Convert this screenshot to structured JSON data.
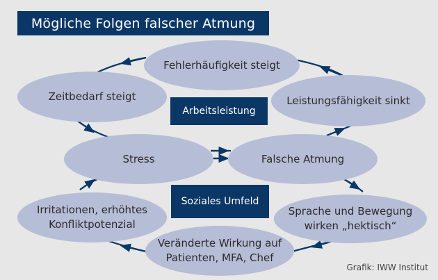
{
  "title": "Mögliche Folgen falscher Atmung",
  "categories": {
    "top": "Arbeitsleistung",
    "bottom": "Soziales Umfeld"
  },
  "nodes": {
    "fehler": "Fehlerhäufigkeit steigt",
    "zeit": "Zeitbedarf steigt",
    "leistung": "Leistungsfähigkeit sinkt",
    "stress": "Stress",
    "atmung": "Falsche Atmung",
    "irritation_line1": "Irritationen, erhöhtes",
    "irritation_line2": "Konfliktpotenzial",
    "sprache_line1": "Sprache und Bewegung",
    "sprache_line2": "wirken „hektisch“",
    "wirkung_line1": "Veränderte Wirkung auf",
    "wirkung_line2": "Patienten, MFA, Chef"
  },
  "colors": {
    "node_fill": "#b6bdd6",
    "accent": "#0b3766",
    "background": "#e7e7e7"
  },
  "credit": "Grafik: IWW Institut"
}
